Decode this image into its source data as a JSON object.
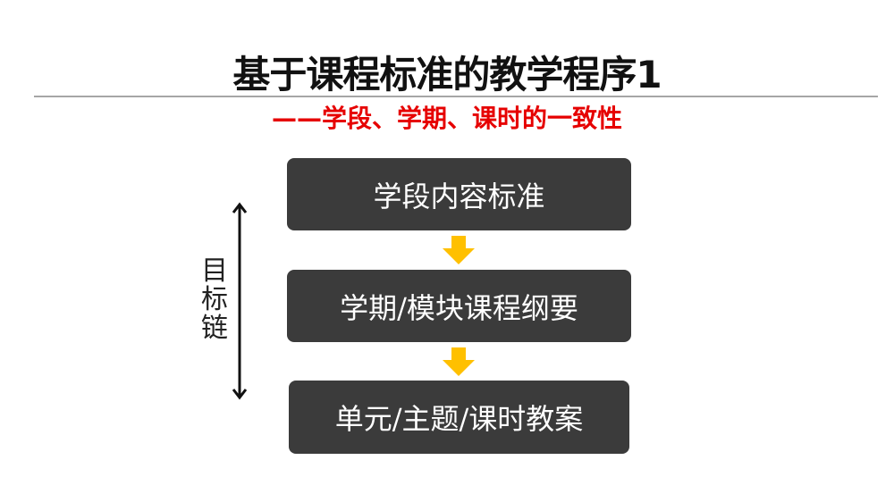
{
  "title": "基于课程标准的教学程序1",
  "subtitle": "——学段、学期、课时的一致性",
  "side_label": "目标链",
  "boxes": [
    "学段内容标准",
    "学期/模块课程纲要",
    "单元/主题/课时教案"
  ],
  "colors": {
    "box": "#3b3b3b",
    "arrow": "#ffc000",
    "subtitle": "#e60000"
  }
}
